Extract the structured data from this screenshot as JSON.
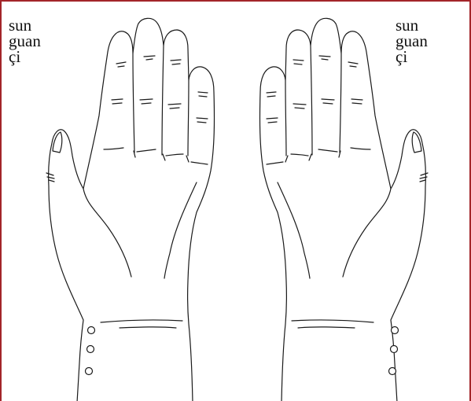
{
  "left_labels": [
    "sun",
    "guan",
    "çi"
  ],
  "right_labels": [
    "sun",
    "guan",
    "çi"
  ],
  "colors": {
    "border": "#a3252a",
    "line": "#1a1a1a",
    "background": "#ffffff"
  },
  "figures": [
    {
      "name": "left-hand",
      "points": 3
    },
    {
      "name": "right-hand",
      "points": 3
    }
  ]
}
